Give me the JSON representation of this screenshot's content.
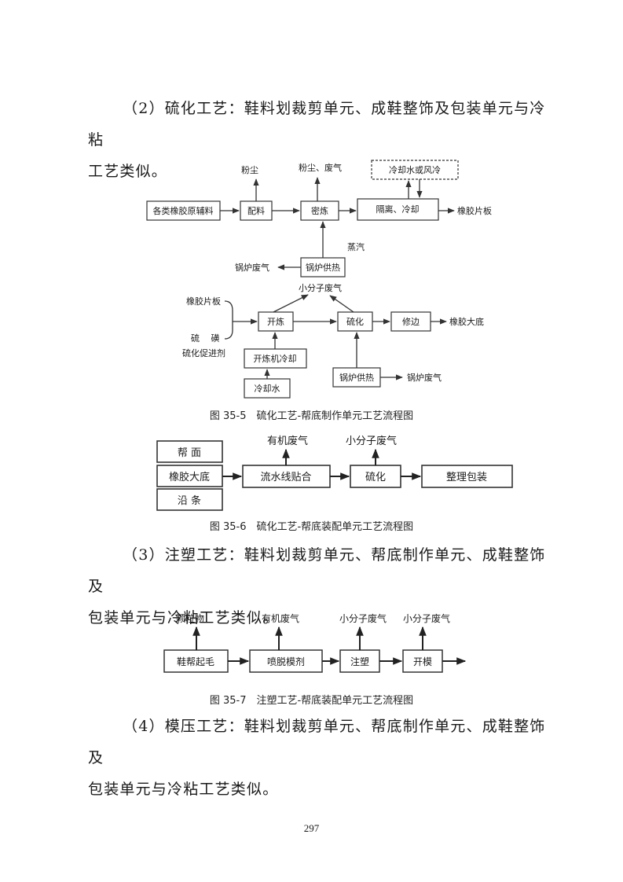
{
  "para1": {
    "line1": "（2）硫化工艺：鞋料划裁剪单元、成鞋整饰及包装单元与冷粘",
    "line2": "工艺类似。"
  },
  "fig5": {
    "top_dust": "粉尘",
    "top_dust_gas": "粉尘、废气",
    "cooling_water_air": "冷却水或风冷",
    "raw_materials": "各类橡胶原辅料",
    "batching": "配料",
    "mixing": "密炼",
    "isolation_cooling": "隔离、冷却",
    "rubber_sheet_out": "橡胶片板",
    "steam": "蒸汽",
    "boiler_gas_1": "锅炉废气",
    "boiler_heat_1": "锅炉供热",
    "small_molecule_gas": "小分子废气",
    "rubber_sheet_in": "橡胶片板",
    "sulfur": "硫　 磺",
    "accelerator": "硫化促进剂",
    "open_mill": "开炼",
    "vulcanize": "硫化",
    "trim": "修边",
    "rubber_sole": "橡胶大底",
    "mill_cooling": "开炼机冷却",
    "cooling_water": "冷却水",
    "boiler_heat_2": "锅炉供热",
    "boiler_gas_2": "锅炉废气",
    "caption": "图 35-5　硫化工艺-帮底制作单元工艺流程图"
  },
  "fig6": {
    "upper": "帮 面",
    "rubber_sole": "橡胶大底",
    "welt": "沿 条",
    "organic_gas": "有机废气",
    "small_molecule_gas": "小分子废气",
    "assembly_line": "流水线贴合",
    "vulcanize": "硫化",
    "finishing": "整理包装",
    "caption": "图 35-6　硫化工艺-帮底装配单元工艺流程图"
  },
  "para2": {
    "line1": "（3）注塑工艺：鞋料划裁剪单元、帮底制作单元、成鞋整饰及",
    "line2": "包装单元与冷粘工艺类似。"
  },
  "fig7": {
    "particulates": "颗粒物",
    "organic_gas": "有机废气",
    "small_gas_1": "小分子废气",
    "small_gas_2": "小分子废气",
    "roughing": "鞋帮起毛",
    "spray_release": "喷脱模剂",
    "injection": "注塑",
    "demold": "开模",
    "caption": "图 35-7　注塑工艺-帮底装配单元工艺流程图"
  },
  "para3": {
    "line1": "（4）模压工艺：鞋料划裁剪单元、帮底制作单元、成鞋整饰及",
    "line2": "包装单元与冷粘工艺类似。"
  },
  "page_number": "297"
}
